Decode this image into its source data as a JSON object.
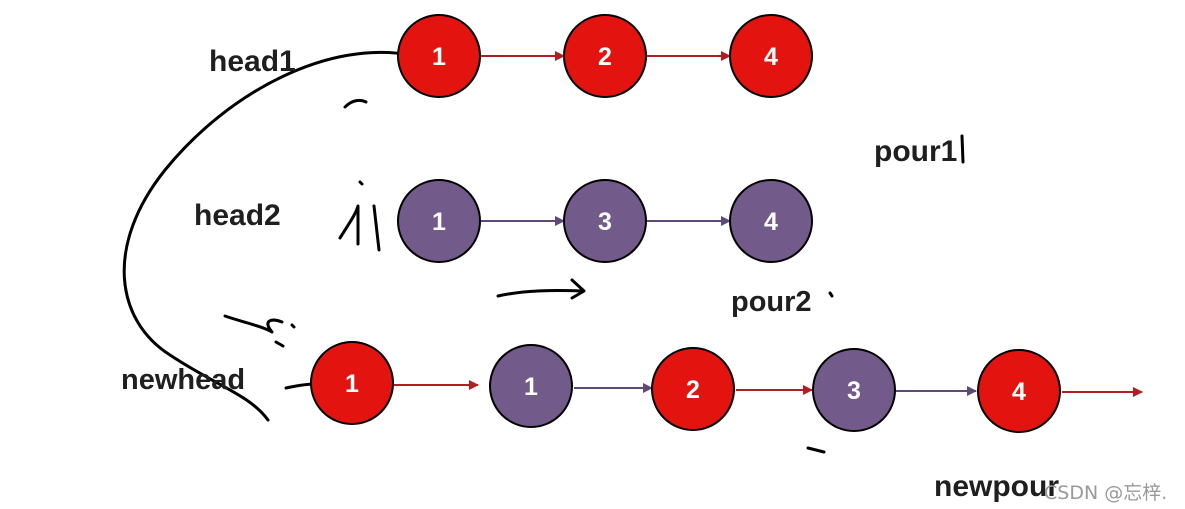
{
  "labels": {
    "head1": "head1",
    "head2": "head2",
    "newhead": "newhead",
    "pour1": "pour1",
    "pour2": "pour2",
    "newpour": "newpour"
  },
  "lists": {
    "list1": {
      "color": "#e3140f",
      "values": [
        "1",
        "2",
        "4"
      ]
    },
    "list2": {
      "color": "#725a8a",
      "values": [
        "1",
        "3",
        "4"
      ]
    },
    "merged": {
      "nodes": [
        {
          "value": "1",
          "color": "#e3140f"
        },
        {
          "value": "1",
          "color": "#725a8a"
        },
        {
          "value": "2",
          "color": "#e3140f"
        },
        {
          "value": "3",
          "color": "#725a8a"
        },
        {
          "value": "4",
          "color": "#e3140f"
        }
      ]
    }
  },
  "colors": {
    "red_node": "#e3140f",
    "purple_node": "#725a8a",
    "red_arrow": "#b01e22",
    "purple_arrow": "#5e4a78",
    "ink": "#000000"
  },
  "watermark": "CSDN @忘梓."
}
